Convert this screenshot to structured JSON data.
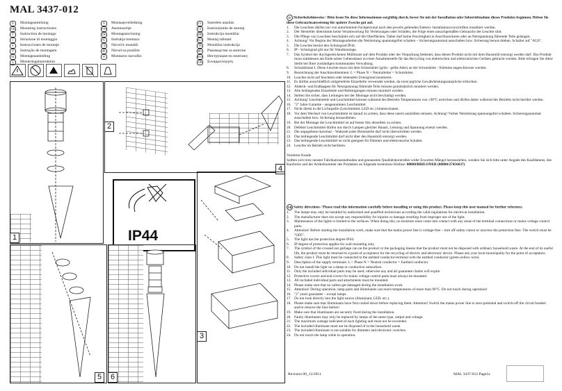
{
  "doc": {
    "title": "MAL 3437-012",
    "footer_left": "Revision 00_12/2011",
    "footer_right": "MAL 3437-012 Page1a",
    "ip_label": "IP44"
  },
  "languages": {
    "col1": [
      {
        "code": "D",
        "label": "Montageanleitung"
      },
      {
        "code": "GB",
        "label": "Mounting instructiones"
      },
      {
        "code": "F",
        "label": "Instruction de montage"
      },
      {
        "code": "I",
        "label": "Istruzione di montaggio"
      },
      {
        "code": "E",
        "label": "Instrucciones de montaje"
      },
      {
        "code": "P",
        "label": "Instrução de montagem"
      },
      {
        "code": "NL",
        "label": "Montageaanleiding"
      },
      {
        "code": "S",
        "label": "Monteringsinstruktion"
      }
    ],
    "col2": [
      {
        "code": "N",
        "label": "Montasjeveiledning"
      },
      {
        "code": "FIN",
        "label": "Asennusohje"
      },
      {
        "code": "DK",
        "label": "Montageanvisning"
      },
      {
        "code": "PL",
        "label": "Instrukja montazu"
      },
      {
        "code": "CZ",
        "label": "Návod k montáži"
      },
      {
        "code": "SK",
        "label": "Návod na použitie"
      },
      {
        "code": "H",
        "label": "Montazno navodilo"
      }
    ],
    "col3": [
      {
        "code": "LV",
        "label": "Szerelési utasítás"
      },
      {
        "code": "LT",
        "label": "Instrucțiunile de montaj"
      },
      {
        "code": "HR",
        "label": "Instrukcija montāžai"
      },
      {
        "code": "SLO",
        "label": "Montaj talimati"
      },
      {
        "code": "TR",
        "label": "Montāžas instrukcija"
      },
      {
        "code": "BG",
        "label": "Ръководство за монтаж"
      },
      {
        "code": "RUS",
        "label": "Инструкция по монтажу"
      },
      {
        "code": "GR",
        "label": "Συναρμολόγηση"
      }
    ]
  },
  "panels": {
    "p1": "1",
    "p2": "2",
    "p3": "3",
    "p4": "4",
    "p5": "5",
    "p6": "6"
  },
  "german": {
    "badge": "D",
    "heading": "Sicherheitshinweise / Bitte lesen Sie diese Informationen sorgfältig durch, bevor Sie mit der Installation oder Inbetriebnahme dieses Produkts beginnen. Heben Sie diese Gebrauchsanweisung für spätere Zwecke gut auf.",
    "items": [
      "Die Leuchten dürfen nur von autorisiertem Fachpersonal nach den jeweils geltenden Elektro- Installationsvorschriften installiert werden.",
      "Der Hersteller übernimmt keine Verantwortung für Verletzungen oder Schäden, die Folge eines unsachgemäßen Gebrauchs der Leuchte sind.",
      "Die Pflege von Leuchten beschränkt sich auf die Oberflächen. Dabei darf keine Feuchtigkeit in Anschlussräume oder an Netzspannung führende Teile gelangen.",
      "Achtung! Vor Beginn der Montagearbeiten die Netzleitung spannungsfrei schalten – Sicherungsautomat ausschalten bzw. Sicherung heraus drehen. Schalter auf \"AUS\".",
      "Die Leuchte besitzt den Schutzgrad IP44.",
      "IP - Schutzgrad gilt nur für Wandmontage.",
      "Das Symbol der durchgestrichenen Mülltonne auf dem Produkt oder der Verpackung bedeutet, dass dieses Produkt nicht mit dem Hausmüll entsorgt werden darf. Das Produkt muss stattdessen am Ende seiner Lebensdauer zu einer Annahmestelle für das Recycling von elektrischen und elektronischen Geräten gebracht werden. Bitte erfragen Sie diese Stelle bei Ihrer zuständigen kommunalen Verwaltung.",
      "Schutzklasse I. Diese Leuchte muss mit dem Schutzleiter (grün - gelbe Ader) an der Schutzleiter - Klemme angeschlossen werden.",
      "Bezeichnung der Anschlussklemmen: L = Phase N = Neutralleiter = Schutzleiter.",
      "Leuchte nicht auf feuchtem oder leitendem Untergrund montieren.",
      "Es dürfen ausschließlich mitgelieferte Einzelteile verwendet werden, da sonst jegliche Gewährleistungsansprüche erlöschen.",
      "Abdeck- und Endkappen für Netzspannung führende Teile müssen grundsätzlich montiert werden.",
      "Alle beiliegenden Einzelteile und Befestigungen müssen montiert werden.",
      "Stellen Sie sicher, dass Leitungen bei der Montage nicht beschädigt werden.",
      "Achtung! Leuchtenteile und Leuchtmittel können während des Betriebs Temperaturen von ≥90°C erreichen und dürfen daher während des Betriebs nicht berührt werden.",
      "\"2\" Jahre Garantie - ausgenommen Leuchtmittel.",
      "Nicht direkt in die Lichtquelle (Leuchtmittel, LED etc.) hineinschauen.",
      "Vor dem Wechsel von Leuchtmitteln ist darauf zu achten, dass diese zuerst auskühlen müssen. Achtung! Vorher Netzleitung spannungsfrei schalten. Sicherungsautomat ausschalten bzw. Sicherung herausdrehen.",
      "Bei der Montage der Leuchtmittel ist auf festen Sitz derselben zu achten.",
      "Defekte Leuchtmittel dürfen nur durch Lampen gleicher Bauart, Leistung und Spannung ersetzt werden.",
      "Die angegebene maximal – Wattzahl jeder Brennstelle darf nicht überschritten werden.",
      "Das beiliegende Leuchtmittel darf nicht über den Hausmüll entsorgt werden.",
      "Das beiliegende Leuchtmittel ist nicht geeignet für Dimmer und elektronische Schalter.",
      "Leuchte im Betrieb nicht berühren."
    ],
    "vendor_heading": "Verehrter Kunde",
    "vendor_text": "Sollten sich trotz neuster Fabrikationsmethoden und genauesten Qualitätskontrollen wider Erwarten Mängel herausstellen, wenden Sie sich bitte unter Angabe des Kaufdatums, des Kaufortes und der Artikelnummer des Produktes an folgende kostenlose Hotline:",
    "hotline": "00800/BRILONER (00800/27456637)"
  },
  "english": {
    "badge": "GB",
    "heading": "Safety directions / Please read this information carefully before installing or using this product. Please keep this user manual for further reference.",
    "items": [
      "The lamps may only be installed by authorized and qualified technicians according the valid regulations for electrical installation.",
      "The manufacturer does not accept any responsibility for injuries or damage resulting from improper use of the light.",
      "Maintenance of the lights is limited to the surfaces. When doing this, no moisture must come into contact with any areas of the terminal connections or mains voltage control parts.",
      "Attention! Before starting the installation work, make sure that the mains power line is voltage-free – turn off safety cutout or unscrew the protection fuse. The switch must be \"OFF\".",
      "The light has the protection degree IP44.",
      "IP degree of protection applies for wall mounting only.",
      "The symbol of the crossed out garbage can on the product or the packaging means that the product must not be disposed with ordinary household waste. At the end of its useful life, the product must be returned to a point of acceptance for the recycling of electric and electronic device. Please ask your local municipality for the point of acceptance.",
      "Safety class I. This light must be connected to the earthed conductor-terminal with the earthed conductor (green-yellow wire).",
      "Description of the supply terminals: L = Phase N = Neutral conductor = Earthed conductor.",
      "Do not install the light on a damp or conductive subsurface.",
      "Only the included individual parts may be used; otherwise any and all guarantee claims will expire.",
      "Protective covers and end covers for mains voltage control parts must always be mounted.",
      "All included individual parts and attachments must be mounted.",
      "Please make sure that no cables get damaged during the installation work.",
      "Attention! During operation, lamp parts and illuminants can reach temperatures of more than 90°C. Do not touch during operation!",
      "\"2\" years guarantee – except lamps.",
      "Do not look directly into the light source (illuminant, LED, etc.).",
      "Please make sure that illuminants have first cooled down before replacing them. Attention! Switch the mains power line to zero-potential and switch-off the circuit breaker and/or remove the fuse before!",
      "Make sure that illuminants are securely fixed during the installation.",
      "Faulty illuminants may only be replaced by lamps of the same type, output and voltage.",
      "The maximum wattage indicated of each lighting unit must not be exceeded.",
      "The included illuminant must not be disposed of in the household waste.",
      "The included illuminant is not suitable for dimmers and electronic switches.",
      "Do not touch the lamp while in operation."
    ]
  }
}
